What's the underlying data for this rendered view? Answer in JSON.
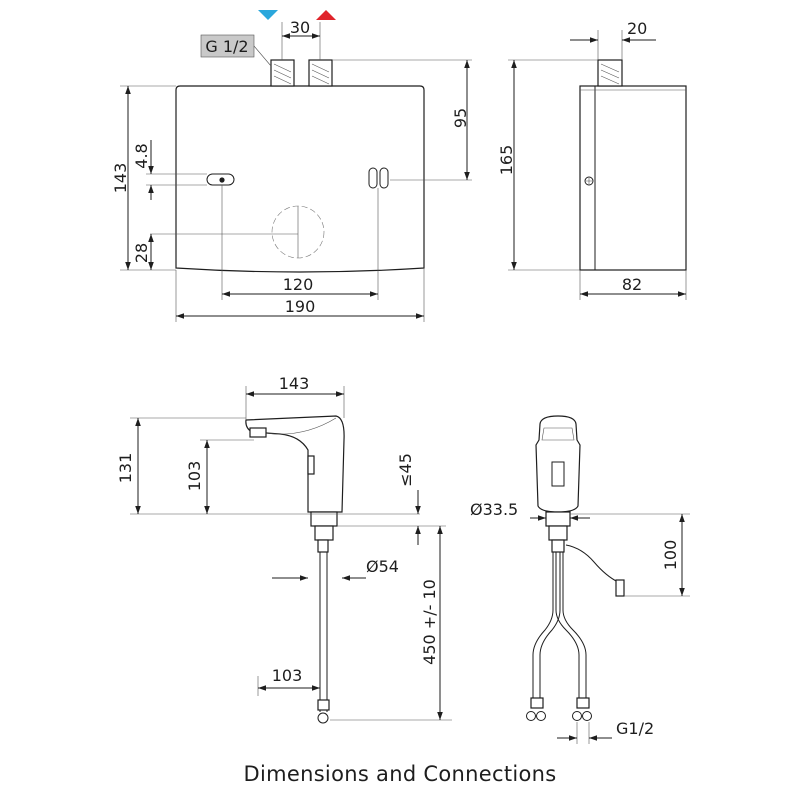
{
  "caption": "Dimensions and Connections",
  "colors": {
    "cold": "#2aa7dc",
    "hot": "#e0242b"
  },
  "heater": {
    "connection_label": "G 1/2",
    "dims": {
      "inlet_spacing": "30",
      "top_to_inlet_dot": "95",
      "side_height": "165",
      "height": "143",
      "slot_offset": "4.8",
      "bottom_offset": "28",
      "mount_spacing": "120",
      "width": "190",
      "connector_width": "20",
      "depth": "82"
    }
  },
  "faucet": {
    "dims": {
      "spout_reach": "143",
      "height": "131",
      "outlet_height": "103",
      "deck_thickness": "≤45",
      "base_diameter": "Ø54",
      "hose_length": "450 +/- 10",
      "hose_offset": "103",
      "shank_diameter": "Ø33.5",
      "cable_length": "100",
      "hose_thread": "G1/2"
    }
  }
}
